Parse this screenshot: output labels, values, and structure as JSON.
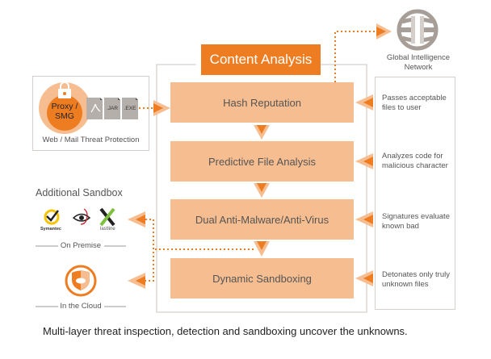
{
  "diagram": {
    "header": "Content Analysis",
    "steps": [
      {
        "label": "Hash Reputation"
      },
      {
        "label": "Predictive File Analysis"
      },
      {
        "label": "Dual Anti-Malware/Anti-Virus"
      },
      {
        "label": "Dynamic Sandboxing"
      }
    ],
    "notes": [
      {
        "line1": "Passes acceptable",
        "line2": "files to user"
      },
      {
        "line1": "Analyzes code for",
        "line2": "malicious character"
      },
      {
        "line1": "Signatures evaluate",
        "line2": "known bad"
      },
      {
        "line1": "Detonates only truly",
        "line2": "unknown files"
      }
    ],
    "global_network": {
      "line1": "Global Intelligence",
      "line2": "Network"
    },
    "web_mail": {
      "proxy_line1": "Proxy /",
      "proxy_line2": "SMG",
      "files": [
        "",
        ".JAR",
        ".EXE"
      ],
      "label": "Web / Mail Threat Protection"
    },
    "sandbox": {
      "title": "Additional Sandbox",
      "vendors": [
        "Symantec",
        "",
        "lastline"
      ],
      "on_premise": "On Premise",
      "in_cloud": "In the Cloud"
    },
    "caption": "Multi-layer threat inspection, detection and sandboxing uncover the unknowns.",
    "colors": {
      "accent": "#ee7d22",
      "step_fill": "#f6bd90",
      "arrow_light": "#f6bd90",
      "frame": "#d4cfcb",
      "globe": "#a79e97"
    }
  }
}
